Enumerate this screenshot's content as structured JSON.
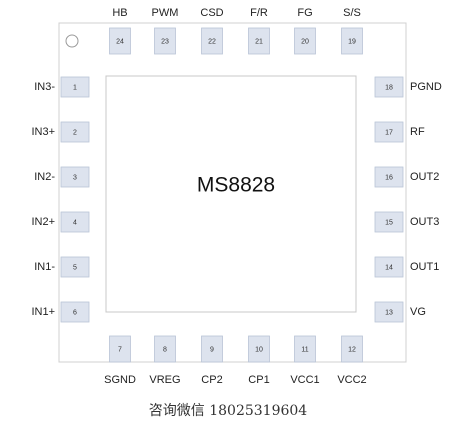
{
  "chip": {
    "part_number": "MS8828"
  },
  "pins": {
    "left": [
      {
        "num": "1",
        "name": "IN3-"
      },
      {
        "num": "2",
        "name": "IN3+"
      },
      {
        "num": "3",
        "name": "IN2-"
      },
      {
        "num": "4",
        "name": "IN2+"
      },
      {
        "num": "5",
        "name": "IN1-"
      },
      {
        "num": "6",
        "name": "IN1+"
      }
    ],
    "bottom": [
      {
        "num": "7",
        "name": "SGND"
      },
      {
        "num": "8",
        "name": "VREG"
      },
      {
        "num": "9",
        "name": "CP2"
      },
      {
        "num": "10",
        "name": "CP1"
      },
      {
        "num": "11",
        "name": "VCC1"
      },
      {
        "num": "12",
        "name": "VCC2"
      }
    ],
    "right": [
      {
        "num": "13",
        "name": "VG"
      },
      {
        "num": "14",
        "name": "OUT1"
      },
      {
        "num": "15",
        "name": "OUT3"
      },
      {
        "num": "16",
        "name": "OUT2"
      },
      {
        "num": "17",
        "name": "RF"
      },
      {
        "num": "18",
        "name": "PGND"
      }
    ],
    "top": [
      {
        "num": "19",
        "name": "S/S"
      },
      {
        "num": "20",
        "name": "FG"
      },
      {
        "num": "21",
        "name": "F/R"
      },
      {
        "num": "22",
        "name": "CSD"
      },
      {
        "num": "23",
        "name": "PWM"
      },
      {
        "num": "24",
        "name": "HB"
      }
    ]
  },
  "footer": {
    "contact": "咨询微信 18025319604"
  }
}
